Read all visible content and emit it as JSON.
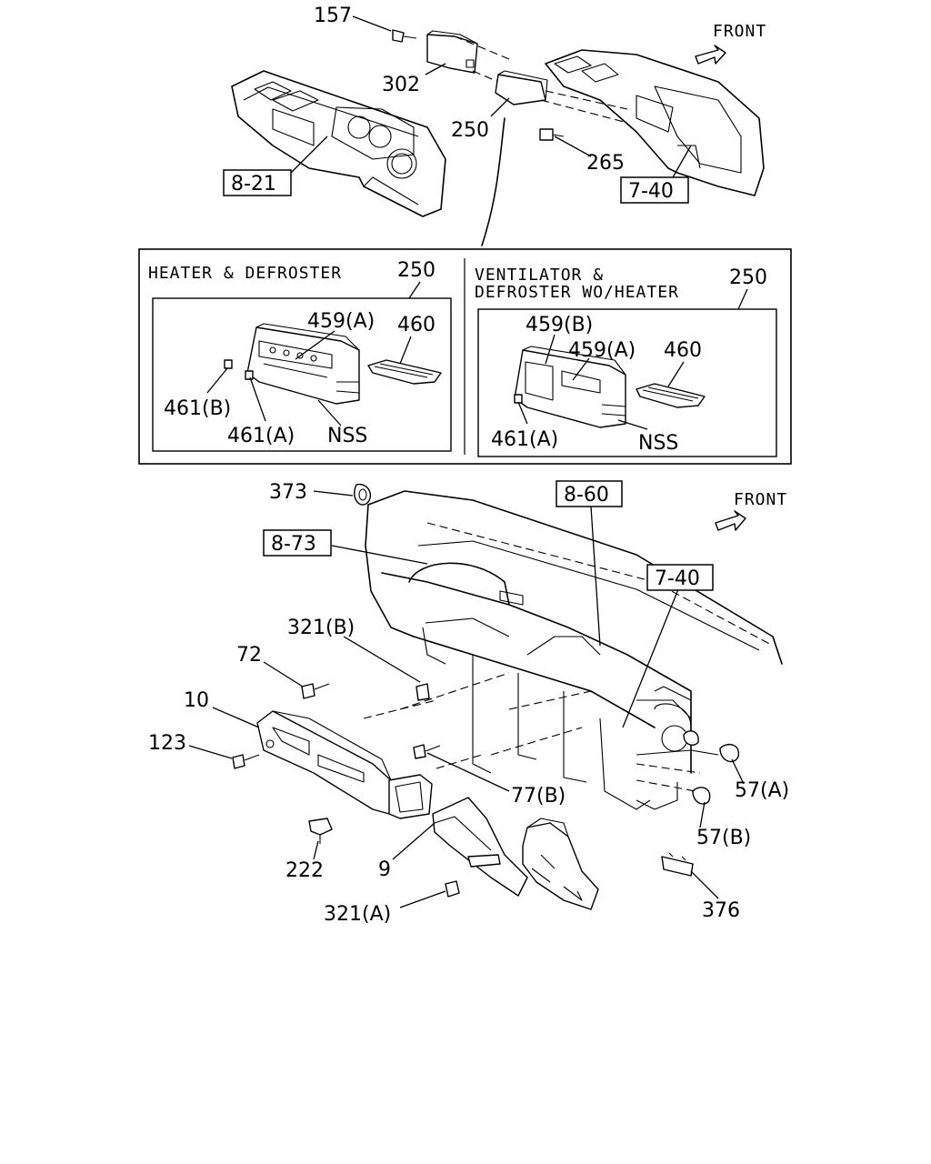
{
  "front_label": "FRONT",
  "top": {
    "refs": {
      "r821": "8-21",
      "r740": "7-40"
    },
    "parts": {
      "p157": "157",
      "p302": "302",
      "p250": "250",
      "p265": "265"
    }
  },
  "detail_left": {
    "title": "HEATER & DEFROSTER",
    "ref": "250",
    "parts": {
      "p459a": "459(A)",
      "p460": "460",
      "p461b": "461(B)",
      "p461a": "461(A)",
      "nss": "NSS"
    }
  },
  "detail_right": {
    "title_line1": "VENTILATOR &",
    "title_line2": "DEFROSTER WO/HEATER",
    "ref": "250",
    "parts": {
      "p459b": "459(B)",
      "p459a": "459(A)",
      "p460": "460",
      "p461a": "461(A)",
      "nss": "NSS"
    }
  },
  "bottom": {
    "refs": {
      "r860": "8-60",
      "r873": "8-73",
      "r740": "7-40"
    },
    "parts": {
      "p373": "373",
      "p321b": "321(B)",
      "p72": "72",
      "p10": "10",
      "p123": "123",
      "p222": "222",
      "p9": "9",
      "p321a": "321(A)",
      "p77b": "77(B)",
      "p57a": "57(A)",
      "p57b": "57(B)",
      "p376": "376"
    }
  }
}
